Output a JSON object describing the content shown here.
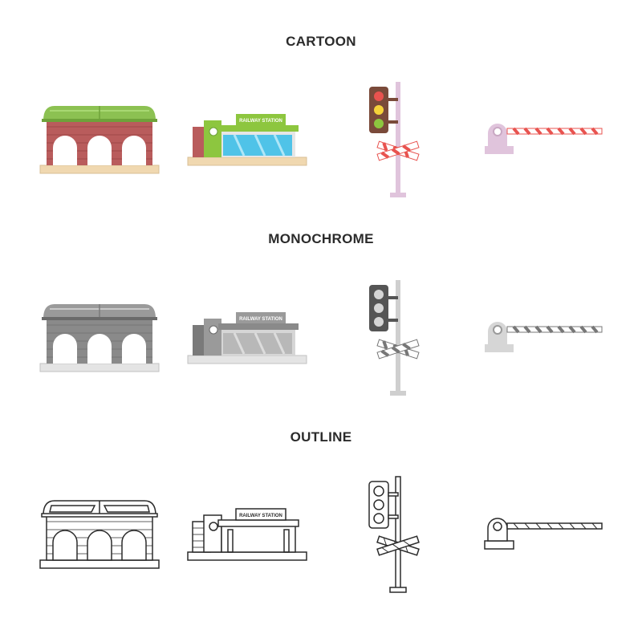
{
  "sections": [
    {
      "title": "CARTOON"
    },
    {
      "title": "MONOCHROME"
    },
    {
      "title": "OUTLINE"
    }
  ],
  "sign_text": "RAILWAY STATION",
  "icons": [
    "arch-platform-icon",
    "railway-station-building-icon",
    "crossing-traffic-light-icon",
    "barrier-gate-icon"
  ],
  "colors": {
    "cartoon_roof": "#8cc152",
    "cartoon_brick": "#b95c5c",
    "cartoon_base": "#f0d8b0",
    "cartoon_building": "#8dc63f",
    "cartoon_glass": "#4fc3e8",
    "cartoon_signal_box": "#7a4a3a",
    "cartoon_pole": "#e0c4dc",
    "cartoon_stripe_red": "#e8534f",
    "mono_dark": "#555555",
    "mono_mid": "#9a9a9a",
    "mono_light": "#d6d6d6",
    "outline_stroke": "#2b2b2b"
  }
}
